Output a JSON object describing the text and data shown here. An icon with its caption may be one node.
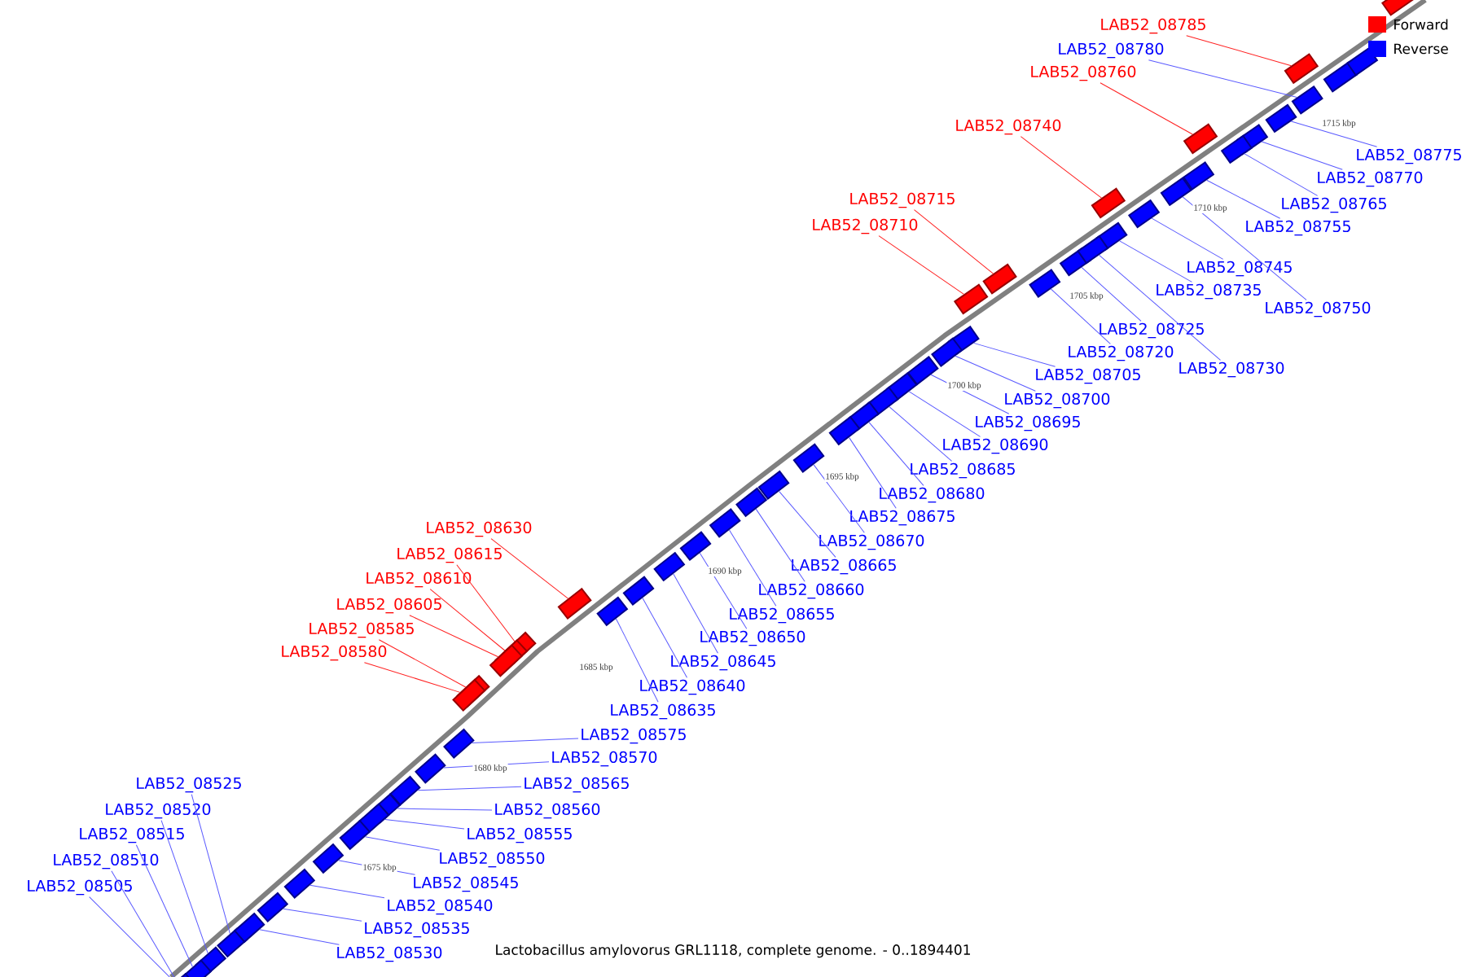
{
  "diagram": {
    "caption": "Lactobacillus amylovorus GRL1118, complete genome. - 0..1894401",
    "nodes": [
      {
        "text": [
          "LAB52_08785"
        ]
      },
      {
        "text": [
          "LAB52_08780"
        ]
      },
      {
        "text": [
          "LAB52_08760"
        ]
      },
      {
        "text": [
          "LAB52_08740"
        ]
      },
      {
        "text": [
          "LAB52_08775"
        ]
      },
      {
        "text": [
          "LAB52_08770"
        ]
      },
      {
        "text": [
          "LAB52_08715"
        ]
      },
      {
        "text": [
          "LAB52_08765"
        ]
      },
      {
        "text": [
          "LAB52_08710"
        ]
      },
      {
        "text": [
          "LAB52_08755"
        ]
      },
      {
        "text": [
          "LAB52_08745"
        ]
      },
      {
        "text": [
          "LAB52_08735"
        ]
      },
      {
        "text": [
          "LAB52_08750"
        ]
      },
      {
        "text": [
          "LAB52_08725"
        ]
      },
      {
        "text": [
          "LAB52_08720"
        ]
      },
      {
        "text": [
          "LAB52_08730"
        ]
      },
      {
        "text": [
          "LAB52_08705"
        ]
      },
      {
        "text": [
          "LAB52_08700"
        ]
      },
      {
        "text": [
          "LAB52_08695"
        ]
      },
      {
        "text": [
          "LAB52_08690"
        ]
      },
      {
        "text": [
          "LAB52_08685"
        ]
      },
      {
        "text": [
          "LAB52_08680"
        ]
      },
      {
        "text": [
          "LAB52_08675"
        ]
      },
      {
        "text": [
          "LAB52_08630"
        ]
      },
      {
        "text": [
          "LAB52_08670"
        ]
      },
      {
        "text": [
          "LAB52_08615"
        ]
      },
      {
        "text": [
          "LAB52_08665"
        ]
      },
      {
        "text": [
          "LAB52_08610"
        ]
      },
      {
        "text": [
          "LAB52_08660"
        ]
      },
      {
        "text": [
          "LAB52_08605"
        ]
      },
      {
        "text": [
          "LAB52_08655"
        ]
      },
      {
        "text": [
          "LAB52_08585"
        ]
      },
      {
        "text": [
          "LAB52_08650"
        ]
      },
      {
        "text": [
          "LAB52_08580"
        ]
      },
      {
        "text": [
          "LAB52_08645"
        ]
      },
      {
        "text": [
          "LAB52_08640"
        ]
      },
      {
        "text": [
          "LAB52_08635"
        ]
      },
      {
        "text": [
          "LAB52_08575"
        ]
      },
      {
        "text": [
          "LAB52_08570"
        ]
      },
      {
        "text": [
          "LAB52_08525"
        ]
      },
      {
        "text": [
          "LAB52_08565"
        ]
      },
      {
        "text": [
          "LAB52_08520"
        ]
      },
      {
        "text": [
          "LAB52_08560"
        ]
      },
      {
        "text": [
          "LAB52_08515"
        ]
      },
      {
        "text": [
          "LAB52_08555"
        ]
      },
      {
        "text": [
          "LAB52_08550"
        ]
      },
      {
        "text": [
          "LAB52_08510"
        ]
      },
      {
        "text": [
          "LAB52_08545"
        ]
      },
      {
        "text": [
          "LAB52_08505"
        ]
      },
      {
        "text": [
          "LAB52_08540"
        ]
      },
      {
        "text": [
          "LAB52_08535"
        ]
      },
      {
        "text": [
          "LAB52_08530"
        ]
      },
      {
        "text": [],
        "shape": "box"
      },
      {
        "text": [],
        "shape": "box"
      },
      {
        "text": [],
        "shape": "box"
      },
      {
        "text": [],
        "shape": "box"
      },
      {
        "text": [],
        "shape": "box"
      },
      {
        "text": [],
        "shape": "box"
      },
      {
        "text": [],
        "shape": "box"
      },
      {
        "text": [],
        "shape": "box"
      },
      {
        "text": [],
        "shape": "box"
      },
      {
        "text": [],
        "shape": "box"
      },
      {
        "text": [],
        "shape": "box"
      },
      {
        "text": [],
        "shape": "box"
      },
      {
        "text": [],
        "shape": "box"
      },
      {
        "text": [],
        "shape": "box"
      },
      {
        "text": [],
        "shape": "box"
      },
      {
        "text": [],
        "shape": "box"
      },
      {
        "text": [],
        "shape": "box"
      },
      {
        "text": [],
        "shape": "box"
      },
      {
        "text": [],
        "shape": "box"
      },
      {
        "text": [],
        "shape": "box"
      },
      {
        "text": [],
        "shape": "box"
      },
      {
        "text": [],
        "shape": "box"
      },
      {
        "text": [],
        "shape": "box"
      },
      {
        "text": [],
        "shape": "box"
      },
      {
        "text": [],
        "shape": "box"
      },
      {
        "text": [],
        "shape": "box"
      },
      {
        "text": [],
        "shape": "box"
      },
      {
        "text": [],
        "shape": "box"
      },
      {
        "text": [],
        "shape": "box"
      },
      {
        "text": [],
        "shape": "box"
      },
      {
        "text": [],
        "shape": "box"
      },
      {
        "text": [],
        "shape": "box"
      },
      {
        "text": [],
        "shape": "box"
      },
      {
        "text": [],
        "shape": "box"
      },
      {
        "text": [],
        "shape": "box"
      },
      {
        "text": [],
        "shape": "box"
      },
      {
        "text": [],
        "shape": "box"
      },
      {
        "text": [],
        "shape": "box"
      },
      {
        "text": [],
        "shape": "box"
      },
      {
        "text": [],
        "shape": "box"
      },
      {
        "text": [],
        "shape": "box"
      },
      {
        "text": [],
        "shape": "box"
      },
      {
        "text": [],
        "shape": "box"
      },
      {
        "text": [],
        "shape": "box"
      },
      {
        "text": [],
        "shape": "box"
      },
      {
        "text": [],
        "shape": "box"
      },
      {
        "text": [],
        "shape": "box"
      },
      {
        "text": [],
        "shape": "box"
      },
      {
        "text": [],
        "shape": "box"
      },
      {
        "text": [],
        "shape": "box"
      },
      {
        "text": [],
        "shape": "box"
      },
      {
        "text": [],
        "shape": "box"
      },
      {
        "text": [],
        "shape": "box"
      },
      {
        "text": [],
        "shape": "box"
      },
      {
        "text": [],
        "shape": "box"
      }
    ],
    "edges": [
      {
        "from": 0,
        "to": 52,
        "arrow": "none",
        "color": "#ff2020"
      },
      {
        "from": 1,
        "to": 53,
        "arrow": "none"
      },
      {
        "from": 2,
        "to": 54,
        "arrow": "none",
        "color": "#ff2020"
      },
      {
        "from": 3,
        "to": 55,
        "arrow": "none",
        "color": "#ff2020"
      },
      {
        "from": 4,
        "to": 56,
        "arrow": "none"
      },
      {
        "from": 5,
        "to": 57,
        "arrow": "none"
      },
      {
        "from": 6,
        "to": 58,
        "arrow": "none",
        "color": "#ff2020"
      },
      {
        "from": 7,
        "to": 59,
        "arrow": "none"
      },
      {
        "from": 8,
        "to": 60,
        "arrow": "none",
        "color": "#ff2020"
      },
      {
        "from": 9,
        "to": 61,
        "arrow": "none"
      },
      {
        "from": 10,
        "to": 62,
        "arrow": "none"
      },
      {
        "from": 11,
        "to": 63,
        "arrow": "none"
      },
      {
        "from": 12,
        "to": 64,
        "arrow": "none"
      },
      {
        "from": 13,
        "to": 65,
        "arrow": "none"
      },
      {
        "from": 14,
        "to": 66,
        "arrow": "none"
      },
      {
        "from": 15,
        "to": 67,
        "arrow": "none"
      },
      {
        "from": 16,
        "to": 68,
        "arrow": "none"
      },
      {
        "from": 17,
        "to": 69,
        "arrow": "none"
      },
      {
        "from": 18,
        "to": 70,
        "arrow": "none"
      },
      {
        "from": 19,
        "to": 71,
        "arrow": "none"
      },
      {
        "from": 20,
        "to": 72,
        "arrow": "none"
      },
      {
        "from": 21,
        "to": 73,
        "arrow": "none"
      },
      {
        "from": 22,
        "to": 74,
        "arrow": "none"
      },
      {
        "from": 23,
        "to": 75,
        "arrow": "none",
        "color": "#ff2020"
      },
      {
        "from": 24,
        "to": 76,
        "arrow": "none"
      },
      {
        "from": 25,
        "to": 77,
        "arrow": "none",
        "color": "#ff2020"
      },
      {
        "from": 26,
        "to": 78,
        "arrow": "none"
      },
      {
        "from": 27,
        "to": 79,
        "arrow": "none",
        "color": "#ff2020"
      },
      {
        "from": 28,
        "to": 80,
        "arrow": "none"
      },
      {
        "from": 29,
        "to": 81,
        "arrow": "none",
        "color": "#ff2020"
      },
      {
        "from": 30,
        "to": 82,
        "arrow": "none"
      },
      {
        "from": 31,
        "to": 83,
        "arrow": "none",
        "color": "#ff2020"
      },
      {
        "from": 32,
        "to": 84,
        "arrow": "none"
      },
      {
        "from": 33,
        "to": 85,
        "arrow": "none",
        "color": "#ff2020"
      },
      {
        "from": 34,
        "to": 86,
        "arrow": "none"
      },
      {
        "from": 35,
        "to": 87,
        "arrow": "none"
      },
      {
        "from": 36,
        "to": 88,
        "arrow": "none"
      },
      {
        "from": 37,
        "to": 89,
        "arrow": "none"
      },
      {
        "from": 38,
        "to": 90,
        "arrow": "none"
      },
      {
        "from": 39,
        "to": 91,
        "arrow": "none"
      },
      {
        "from": 40,
        "to": 92,
        "arrow": "none"
      },
      {
        "from": 41,
        "to": 93,
        "arrow": "none"
      },
      {
        "from": 42,
        "to": 94,
        "arrow": "none"
      },
      {
        "from": 43,
        "to": 95,
        "arrow": "none"
      },
      {
        "from": 44,
        "to": 96,
        "arrow": "none"
      },
      {
        "from": 45,
        "to": 97,
        "arrow": "none"
      },
      {
        "from": 46,
        "to": 98,
        "arrow": "none"
      },
      {
        "from": 47,
        "to": 99,
        "arrow": "none"
      },
      {
        "from": 48,
        "to": 100,
        "arrow": "none"
      },
      {
        "from": 49,
        "to": 101,
        "arrow": "none"
      },
      {
        "from": 50,
        "to": 102,
        "arrow": "none"
      },
      {
        "from": 51,
        "to": 103,
        "arrow": "none"
      }
    ],
    "labels": [
      "1715 kbp",
      "1710 kbp",
      "1705 kbp",
      "1700 kbp",
      "1695 kbp",
      "1690 kbp",
      "1685 kbp",
      "1680 kbp",
      "1675 kbp"
    ],
    "legend": [
      {
        "text": "Forward",
        "color": "#ff0000"
      },
      {
        "text": "Reverse",
        "color": "#0000ff"
      }
    ]
  }
}
